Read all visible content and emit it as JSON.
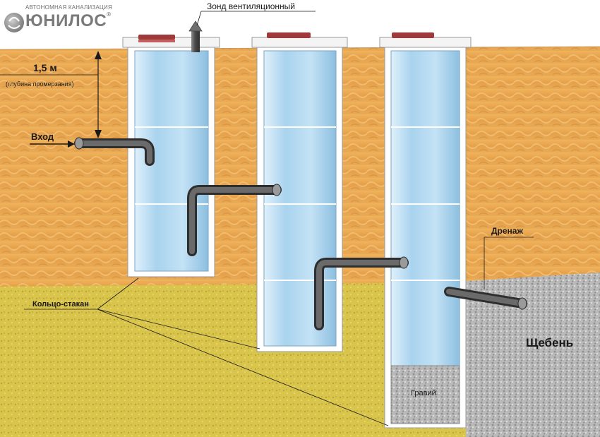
{
  "logo": {
    "subtitle": "АВТОНОМНАЯ КАНАЛИЗАЦИЯ",
    "name": "ЮНИЛОС",
    "registered": "®"
  },
  "labels": {
    "vent_probe": "Зонд вентиляционный",
    "depth_value": "1,5 м",
    "depth_note": "(глубина промерзания)",
    "inlet": "Вход",
    "drainage": "Дренаж",
    "ring_cup": "Кольцо-стакан",
    "crushed_stone": "Щебень",
    "gravel": "Гравий"
  },
  "colors": {
    "sand": "#e8a34a",
    "clay": "#d8c24a",
    "ring_fill": "#b8dcf2",
    "pipe": "#4a4a4a",
    "lid": "#a03a3a",
    "crushed_stone": "#b0b0b0"
  }
}
